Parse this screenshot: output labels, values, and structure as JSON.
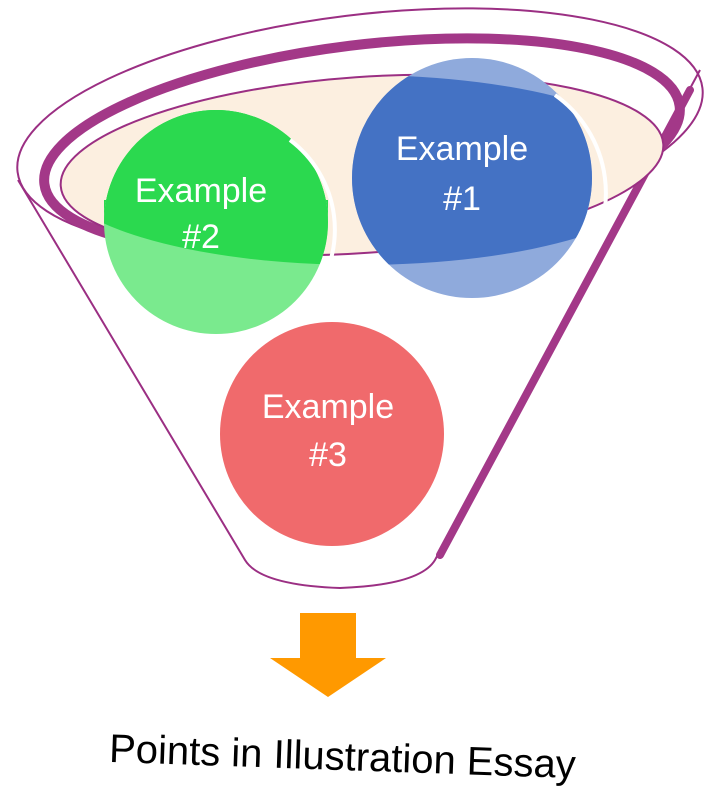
{
  "diagram": {
    "examples": [
      {
        "line1": "Example",
        "line2": "#1",
        "color": "#4472C4",
        "lower_color": "#8FAADC"
      },
      {
        "line1": "Example",
        "line2": "#2",
        "color": "#2BD94F",
        "lower_color": "#7AEA8E"
      },
      {
        "line1": "Example",
        "line2": "#3",
        "color": "#F06A6C",
        "lower_color": "#F06A6C"
      }
    ],
    "caption": "Points in Illustration Essay",
    "colors": {
      "funnel_outline": "#9B2F83",
      "funnel_rim": "#A33888",
      "funnel_mouth_fill": "#FCEFE0",
      "arrow": "#FF9900"
    }
  }
}
